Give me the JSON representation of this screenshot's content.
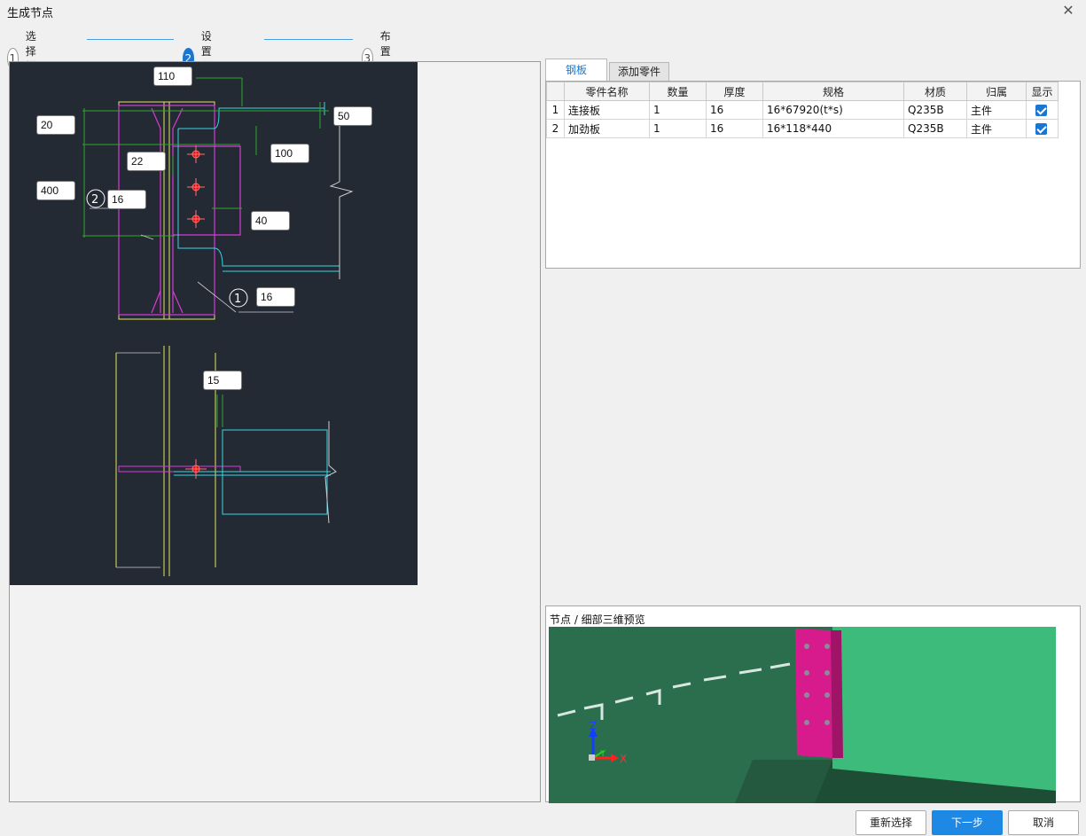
{
  "window": {
    "title": "生成节点"
  },
  "steps": [
    {
      "num": "1",
      "label": "选择样式"
    },
    {
      "num": "2",
      "label": "设置参数"
    },
    {
      "num": "3",
      "label": "布置配件"
    }
  ],
  "dims": {
    "d110": "110",
    "d20": "20",
    "d50": "50",
    "d100": "100",
    "d22": "22",
    "d400": "400",
    "d16a": "16",
    "d40": "40",
    "d16b": "16",
    "d15": "15"
  },
  "callouts": {
    "c1": "1",
    "c2": "2"
  },
  "tabs": [
    {
      "label": "钢板"
    },
    {
      "label": "添加零件"
    }
  ],
  "table": {
    "headers": [
      "",
      "零件名称",
      "数量",
      "厚度",
      "规格",
      "材质",
      "归属",
      "显示"
    ],
    "rows": [
      {
        "no": "1",
        "name": "连接板",
        "qty": "1",
        "thk": "16",
        "spec": "16*67920(t*s)",
        "mat": "Q235B",
        "owner": "主件",
        "show": true
      },
      {
        "no": "2",
        "name": "加劲板",
        "qty": "1",
        "thk": "16",
        "spec": "16*118*440",
        "mat": "Q235B",
        "owner": "主件",
        "show": true
      }
    ]
  },
  "preview": {
    "label": "节点 / 细部三维预览",
    "axis_z": "Z",
    "axis_y": "Y",
    "axis_x": "X"
  },
  "buttons": {
    "reselect": "重新选择",
    "next": "下一步",
    "cancel": "取消"
  },
  "colors": {
    "accent": "#1976d2",
    "cad_bg": "#232a33",
    "plate": "#d81b8c",
    "beam": "#3cb878"
  }
}
